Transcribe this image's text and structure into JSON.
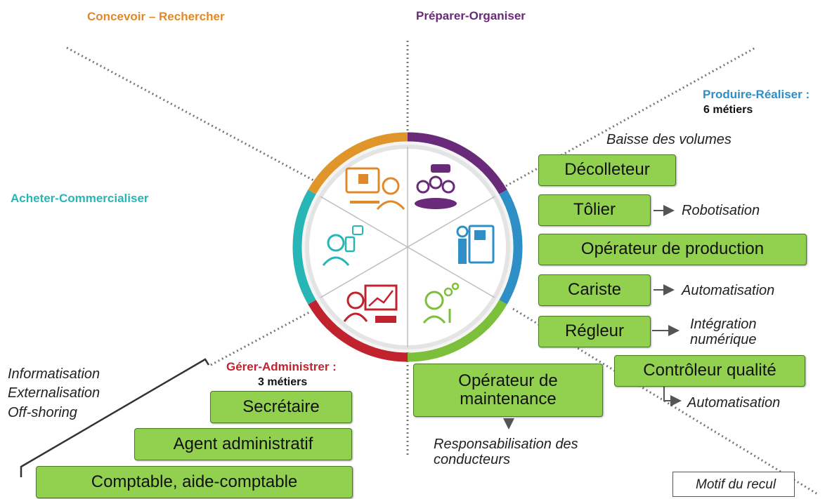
{
  "sectors": {
    "concevoir": {
      "title": "Concevoir – Rechercher",
      "color": "#e0892a"
    },
    "preparer": {
      "title": "Préparer-Organiser",
      "color": "#6a2a7a"
    },
    "produire": {
      "title": "Produire-Réaliser :",
      "subtitle": "6 métiers",
      "color": "#2e8fc6"
    },
    "acheter": {
      "title": "Acheter-Commercialiser",
      "color": "#27b5b5"
    },
    "gerer": {
      "title": "Gérer-Administrer :",
      "subtitle": "3 métiers",
      "color": "#c0232d"
    }
  },
  "produire_jobs": [
    {
      "label": "Décolleteur"
    },
    {
      "label": "Tôlier"
    },
    {
      "label": "Opérateur de production"
    },
    {
      "label": "Cariste"
    },
    {
      "label": "Régleur"
    },
    {
      "label": "Contrôleur qualité"
    },
    {
      "label": "Opérateur de maintenance"
    }
  ],
  "gerer_jobs": [
    {
      "label": "Secrétaire"
    },
    {
      "label": "Agent administratif"
    },
    {
      "label": "Comptable, aide-comptable"
    }
  ],
  "notes": {
    "baisse": "Baisse des volumes",
    "robotisation": "Robotisation",
    "automatisation_cariste": "Automatisation",
    "integration": "Intégration numérique",
    "automatisation_qualite": "Automatisation",
    "responsabilisation": "Responsabilisation des conducteurs",
    "informatisation": "Informatisation",
    "externalisation": "Externalisation",
    "offshoring": "Off-shoring"
  },
  "legend": {
    "label": "Motif du recul"
  },
  "icons": [
    "computer-user-icon",
    "meeting-icon",
    "machine-operator-icon",
    "engineer-gear-icon",
    "presentation-chart-icon",
    "phone-euro-icon"
  ],
  "ring_colors": {
    "orange": "#e0952a",
    "purple": "#6a2a7a",
    "blue": "#2e8fc6",
    "green": "#7cbf3a",
    "red": "#c0232d",
    "teal": "#27b5b5"
  },
  "accent_green": "#92d050"
}
